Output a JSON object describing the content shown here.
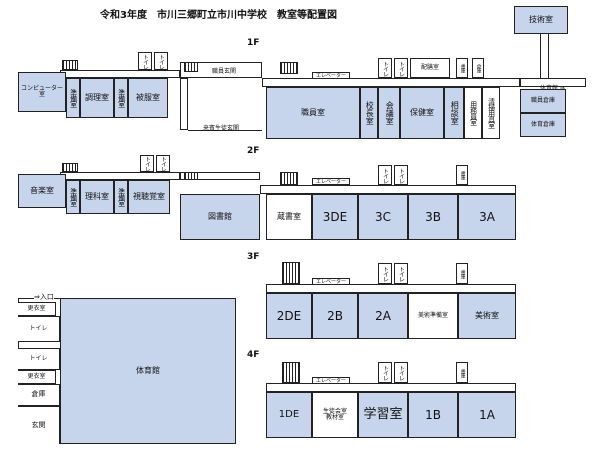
{
  "title": "令和3年度　市川三郷町立市川中学校　教室等配置図",
  "floors": {
    "f1": "1F",
    "f2": "2F",
    "f3": "3F",
    "f4": "4F"
  },
  "common": {
    "toilet": "トイレ",
    "elevator": "エレベーター",
    "storage": "書庫",
    "storage2": "倉庫"
  },
  "f1": {
    "gijutsu": "技術室",
    "computer": "コンピューター室",
    "junbi": "準備室",
    "chori": "調理室",
    "hifuku": "被服室",
    "shokuin_genkan": "職員玄関",
    "raihin_genkan": "来賓生徒玄関",
    "shokuin": "職員室",
    "kocho": "校長室",
    "kaigi": "会議室",
    "hoken": "保健室",
    "sodan": "相談室",
    "yomuin": "用務員室",
    "seisou": "清掃用具室",
    "haizen": "配膳室",
    "taiikukan_arrow": "体育館 ⇒",
    "shokuin_soko": "職員倉庫",
    "taiiku_soko": "体育倉庫",
    "kotei": "更衣室"
  },
  "f2": {
    "ongaku": "音楽室",
    "rika": "理科室",
    "shichokaku": "視聴覚室",
    "toshokan": "図書館",
    "shoko": "蔵書室",
    "r3de": "3DE",
    "r3c": "3C",
    "r3b": "3B",
    "r3a": "3A"
  },
  "f3": {
    "r2de": "2DE",
    "r2b": "2B",
    "r2a": "2A",
    "bijutsu_junbi": "美術準備室",
    "bijutsu": "美術室"
  },
  "f4": {
    "r1de": "1DE",
    "seitokai": "生徒会室\n教材室",
    "gakushu": "学習室",
    "r1b": "1B",
    "r1a": "1A"
  },
  "gym": {
    "entrance": "⇒入口",
    "koui1": "更衣室",
    "toilet1": "トイレ",
    "toilet2": "トイレ",
    "koui2": "更衣室",
    "soko": "倉庫",
    "genkan": "玄関",
    "taiikukan": "体育館"
  }
}
